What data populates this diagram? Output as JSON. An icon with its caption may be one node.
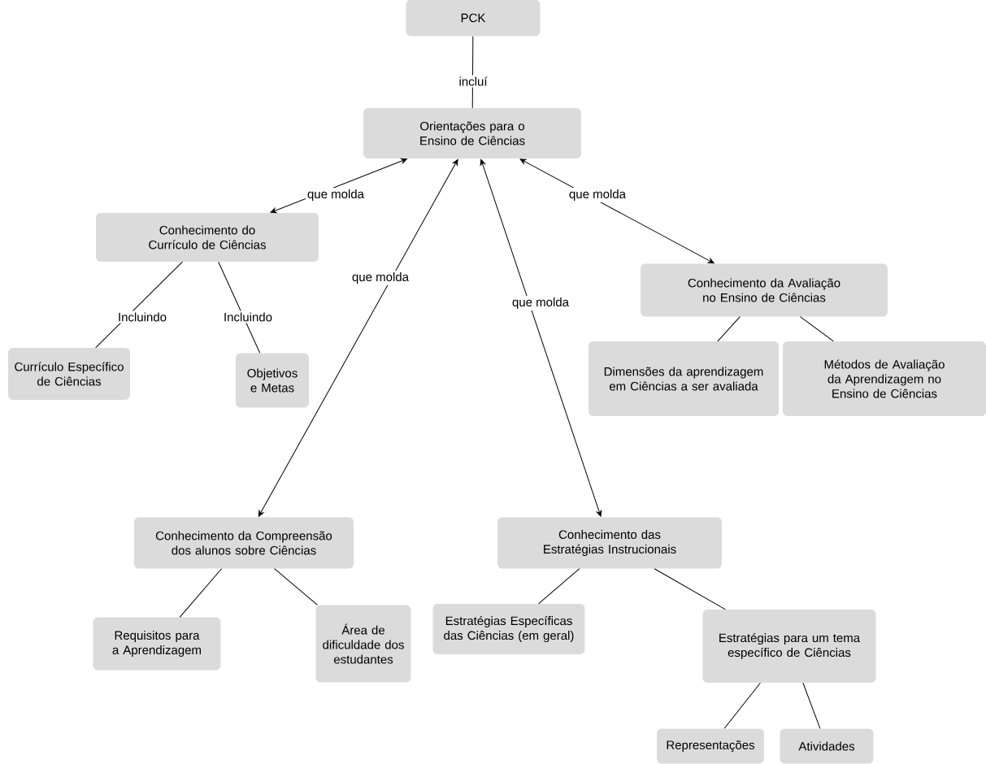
{
  "diagram": {
    "nodes": [
      {
        "text": [
          "PCK"
        ]
      },
      {
        "text": [
          "Orientações para o Ensino de Ciências"
        ]
      },
      {
        "text": [
          "Conhecimento do Currículo de Ciências"
        ]
      },
      {
        "text": [
          "Currículo Específico de Ciências"
        ]
      },
      {
        "text": [
          "Objetivos e Metas"
        ]
      },
      {
        "text": [
          "Conhecimento da Compreensão dos alunos sobre Ciências"
        ]
      },
      {
        "text": [
          "Requisitos para a Aprendizagem"
        ]
      },
      {
        "text": [
          "Área de dificuldade dos estudantes"
        ]
      },
      {
        "text": [
          "Conhecimento das Estratégias Instrucionais"
        ]
      },
      {
        "text": [
          "Estratégias Específicas das Ciências (em geral)"
        ]
      },
      {
        "text": [
          "Estratégias para um tema específico de Ciências"
        ]
      },
      {
        "text": [
          "Representações"
        ]
      },
      {
        "text": [
          "Atividades"
        ]
      },
      {
        "text": [
          "Conhecimento da Avaliação no Ensino de Ciências"
        ]
      },
      {
        "text": [
          "Dimensões da aprendizagem em Ciências a ser avaliada"
        ]
      },
      {
        "text": [
          "Métodos de Avaliação da Aprendizagem no Ensino de Ciências"
        ]
      }
    ],
    "edges": [
      {
        "from": 0,
        "to": 1,
        "arrow": "none",
        "label": "incluí"
      },
      {
        "from": 1,
        "to": 2,
        "arrow": "both",
        "label": "que molda"
      },
      {
        "from": 1,
        "to": 5,
        "arrow": "both",
        "label": "que molda"
      },
      {
        "from": 1,
        "to": 8,
        "arrow": "both",
        "label": "que molda"
      },
      {
        "from": 1,
        "to": 13,
        "arrow": "both",
        "label": "que molda"
      },
      {
        "from": 2,
        "to": 3,
        "arrow": "none",
        "label": "Incluindo"
      },
      {
        "from": 2,
        "to": 4,
        "arrow": "none",
        "label": "Incluindo"
      },
      {
        "from": 13,
        "to": 14,
        "arrow": "none"
      },
      {
        "from": 13,
        "to": 15,
        "arrow": "none"
      },
      {
        "from": 5,
        "to": 6,
        "arrow": "none"
      },
      {
        "from": 5,
        "to": 7,
        "arrow": "none"
      },
      {
        "from": 8,
        "to": 9,
        "arrow": "none"
      },
      {
        "from": 8,
        "to": 10,
        "arrow": "none"
      },
      {
        "from": 10,
        "to": 11,
        "arrow": "none"
      },
      {
        "from": 10,
        "to": 12,
        "arrow": "none"
      }
    ]
  }
}
